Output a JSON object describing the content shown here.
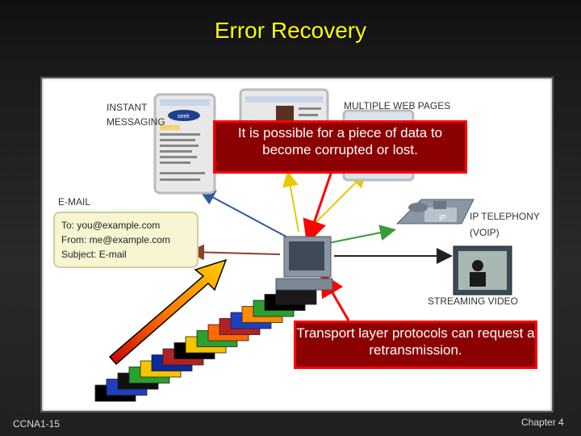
{
  "slide": {
    "title": "Error Recovery",
    "footer_left": "CCNA1-15",
    "footer_right": "Chapter 4"
  },
  "labels": {
    "instant_messaging": "INSTANT\nMESSAGING",
    "multiple_web_pages": "MULTIPLE WEB PAGES",
    "email": "E-MAIL",
    "ip_telephony": "IP TELEPHONY",
    "voip": "(VOIP)",
    "streaming_video": "STREAMING VIDEO",
    "ip_badge": "IP"
  },
  "email": {
    "to": "To: you@example.com",
    "from": "From: me@example.com",
    "subject": "Subject: E-mail"
  },
  "callouts": {
    "corrupted": "It is possible for a piece of data to become corrupted or lost.",
    "retransmission": "Transport layer protocols can request a retransmission."
  },
  "im_window": {
    "brand": "seek"
  },
  "colors": {
    "title": "#ffff00",
    "callout_fill": "#8b0000",
    "callout_border": "#ff0000"
  },
  "segments": [
    "#000000",
    "#1f3fbf",
    "#111111",
    "#2ca02c",
    "#f5c400",
    "#0b2a9c",
    "#b22222",
    "#000000",
    "#f5c400",
    "#2ca02c",
    "#ff6a00",
    "#b22222",
    "#1f3fbf",
    "#ff8c00",
    "#2ca02c",
    "#000000",
    "#1a1a1a"
  ]
}
